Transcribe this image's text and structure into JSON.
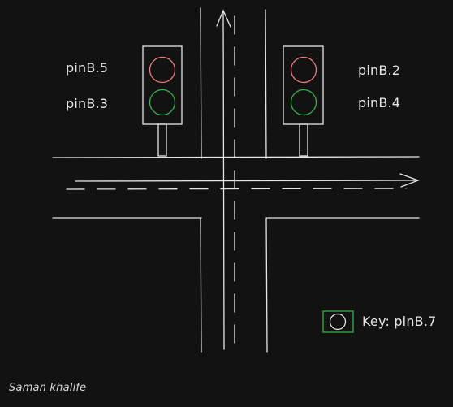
{
  "colors": {
    "background": "#121212",
    "stroke": "#e6e6e6",
    "red_light": "#f07a7a",
    "green_light": "#36b24a",
    "key_box": "#36b24a"
  },
  "left_light": {
    "red_pin": "pinB.5",
    "green_pin": "pinB.3"
  },
  "right_light": {
    "red_pin": "pinB.2",
    "green_pin": "pinB.4"
  },
  "key": {
    "label": "Key: pinB.7"
  },
  "author": "Saman khalife"
}
